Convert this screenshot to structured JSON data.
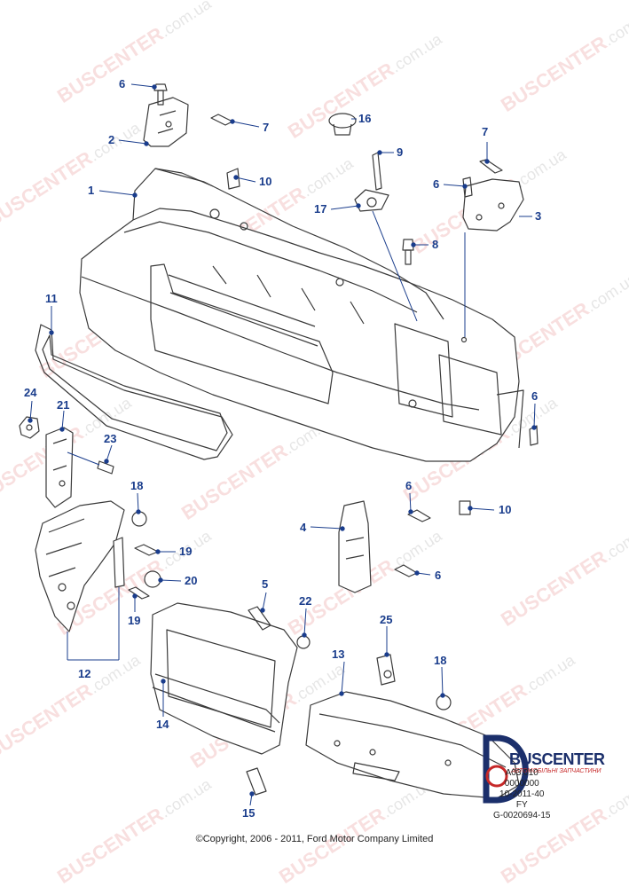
{
  "colors": {
    "callout_text": "#1a3d8c",
    "leader_line": "#1a3d8c",
    "part_outline": "#3a3a3a",
    "watermark_red": "#d75050",
    "brand_navy": "#1b2f6b",
    "brand_red": "#c62828"
  },
  "watermark": {
    "text": "BUSCENTER",
    "suffix": ".com.ua"
  },
  "callouts": [
    {
      "id": "c6a",
      "label": "6"
    },
    {
      "id": "c2",
      "label": "2"
    },
    {
      "id": "c7a",
      "label": "7"
    },
    {
      "id": "c16",
      "label": "16"
    },
    {
      "id": "c9",
      "label": "9"
    },
    {
      "id": "c7b",
      "label": "7"
    },
    {
      "id": "c10a",
      "label": "10"
    },
    {
      "id": "c1",
      "label": "1"
    },
    {
      "id": "c6b",
      "label": "6"
    },
    {
      "id": "c17",
      "label": "17"
    },
    {
      "id": "c3",
      "label": "3"
    },
    {
      "id": "c8",
      "label": "8"
    },
    {
      "id": "c11",
      "label": "11"
    },
    {
      "id": "c24",
      "label": "24"
    },
    {
      "id": "c21",
      "label": "21"
    },
    {
      "id": "c6c",
      "label": "6"
    },
    {
      "id": "c23",
      "label": "23"
    },
    {
      "id": "c18a",
      "label": "18"
    },
    {
      "id": "c6d",
      "label": "6"
    },
    {
      "id": "c10b",
      "label": "10"
    },
    {
      "id": "c4",
      "label": "4"
    },
    {
      "id": "c19a",
      "label": "19"
    },
    {
      "id": "c6e",
      "label": "6"
    },
    {
      "id": "c20",
      "label": "20"
    },
    {
      "id": "c5",
      "label": "5"
    },
    {
      "id": "c22",
      "label": "22"
    },
    {
      "id": "c19b",
      "label": "19"
    },
    {
      "id": "c25",
      "label": "25"
    },
    {
      "id": "c12",
      "label": "12"
    },
    {
      "id": "c13",
      "label": "13"
    },
    {
      "id": "c18b",
      "label": "18"
    },
    {
      "id": "c14",
      "label": "14"
    },
    {
      "id": "c15",
      "label": "15"
    }
  ],
  "brand": {
    "name": "BUSCENTER",
    "tagline": "АВТОМОБІЛЬНІ ЗАПЧАСТИНИ"
  },
  "reference_codes": [
    "A03.010",
    "0000000",
    "10-2011-40",
    "FY",
    "G-0020694-15"
  ],
  "copyright": "©Copyright, 2006 - 2011, Ford Motor Company Limited"
}
